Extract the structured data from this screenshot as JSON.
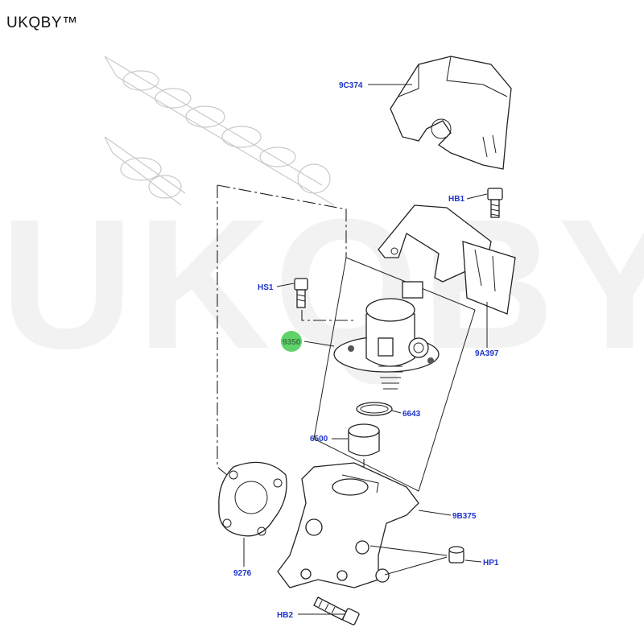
{
  "brand": "UKQBY™",
  "watermark": "UKQBY™",
  "callouts": {
    "c9C374": "9C374",
    "cHB1": "HB1",
    "cHS1": "HS1",
    "c9350": "9350",
    "c9A397": "9A397",
    "c6643": "6643",
    "c6500": "6500",
    "c9B375": "9B375",
    "c9276": "9276",
    "cHP1": "HP1",
    "cHB2": "HB2"
  },
  "colors": {
    "callout_text": "#1d33c9",
    "highlight": "#5fd26a"
  }
}
